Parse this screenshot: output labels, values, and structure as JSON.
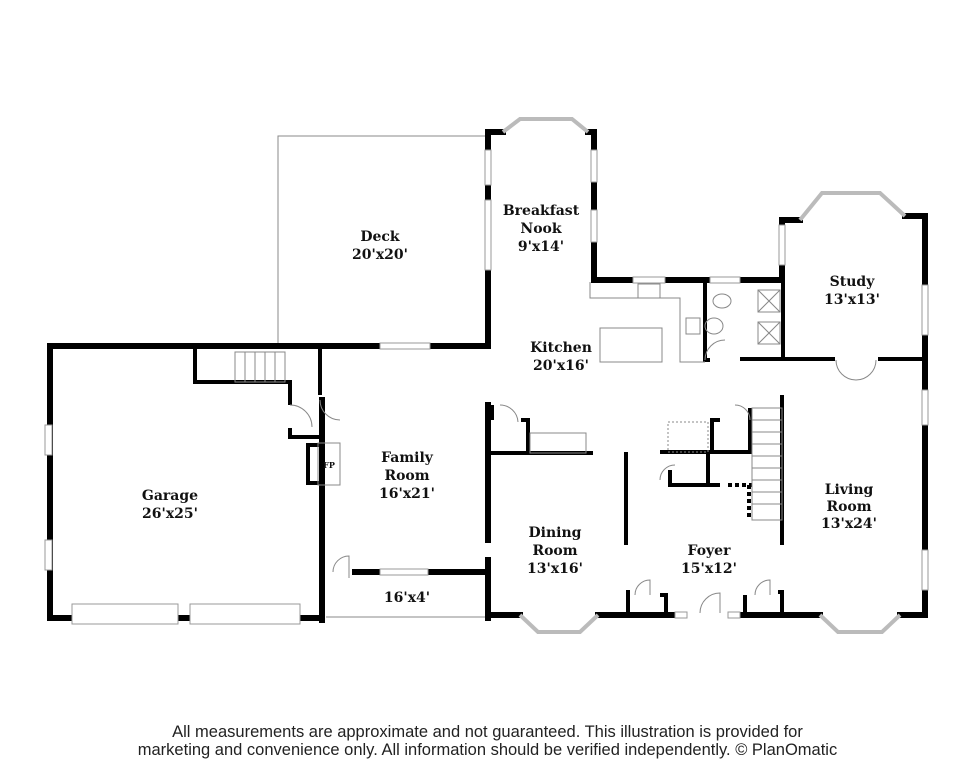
{
  "rooms": {
    "deck": {
      "name": "Deck",
      "size": "20'x20'"
    },
    "breakfast_nook": {
      "name1": "Breakfast",
      "name2": "Nook",
      "size": "9'x14'"
    },
    "study": {
      "name": "Study",
      "size": "13'x13'"
    },
    "kitchen": {
      "name": "Kitchen",
      "size": "20'x16'"
    },
    "family_room": {
      "name1": "Family",
      "name2": "Room",
      "size": "16'x21'"
    },
    "garage": {
      "name": "Garage",
      "size": "26'x25'"
    },
    "dining_room": {
      "name1": "Dining",
      "name2": "Room",
      "size": "13'x16'"
    },
    "foyer": {
      "name": "Foyer",
      "size": "15'x12'"
    },
    "living_room": {
      "name1": "Living",
      "name2": "Room",
      "size": "13'x24'"
    },
    "porch": {
      "size": "16'x4'"
    },
    "fireplace": {
      "label": "FP"
    }
  },
  "footer": {
    "line1": "All measurements are approximate and not guaranteed. This illustration is provided for",
    "line2": "marketing and convenience only. All information should be verified independently. © PlanOmatic"
  }
}
